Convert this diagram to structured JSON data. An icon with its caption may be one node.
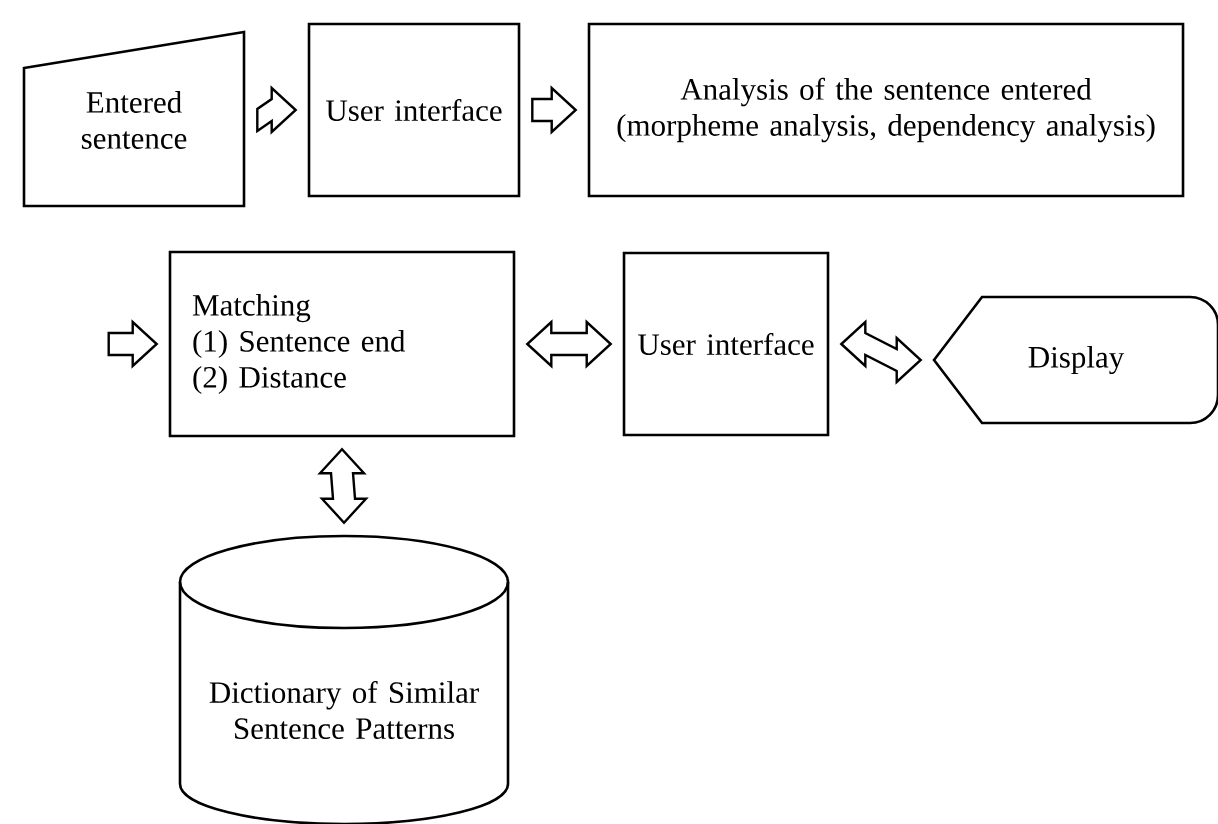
{
  "diagram": {
    "nodes": [
      {
        "text": [
          "Entered sentence"
        ]
      },
      {
        "text": [
          "User interface"
        ]
      },
      {
        "text": [
          "Analysis of the sentence entered (morpheme analysis, dependency analysis)"
        ]
      },
      {
        "text": [
          "Matching",
          "(1) Sentence end",
          "(2) Distance"
        ]
      },
      {
        "text": [
          "User interface"
        ]
      },
      {
        "text": [
          "Display"
        ]
      },
      {
        "text": [
          "Dictionary of Similar Sentence Patterns"
        ]
      }
    ],
    "edges": [
      {
        "from": 0,
        "to": 1,
        "arrow": "to"
      },
      {
        "from": 1,
        "to": 2,
        "arrow": "to"
      },
      {
        "from": null,
        "to": 3,
        "arrow": "to"
      },
      {
        "from": 3,
        "to": 4,
        "arrow": "both"
      },
      {
        "from": 4,
        "to": 5,
        "arrow": "both"
      },
      {
        "from": 3,
        "to": 6,
        "arrow": "both"
      }
    ]
  }
}
